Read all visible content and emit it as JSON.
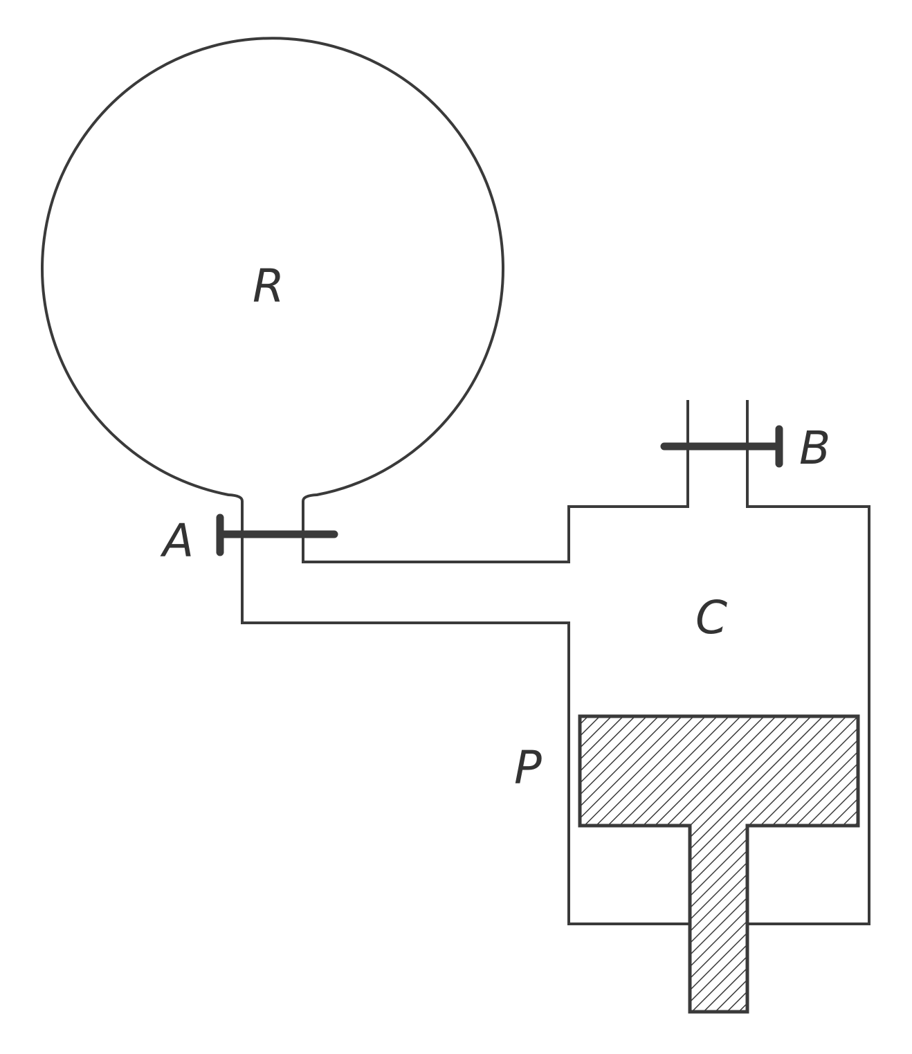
{
  "labels": {
    "reservoir": "R",
    "valve_a": "A",
    "valve_b": "B",
    "chamber": "C",
    "piston": "P"
  },
  "colors": {
    "stroke": "#3a3a3a",
    "text": "#333333",
    "background": "#ffffff"
  }
}
